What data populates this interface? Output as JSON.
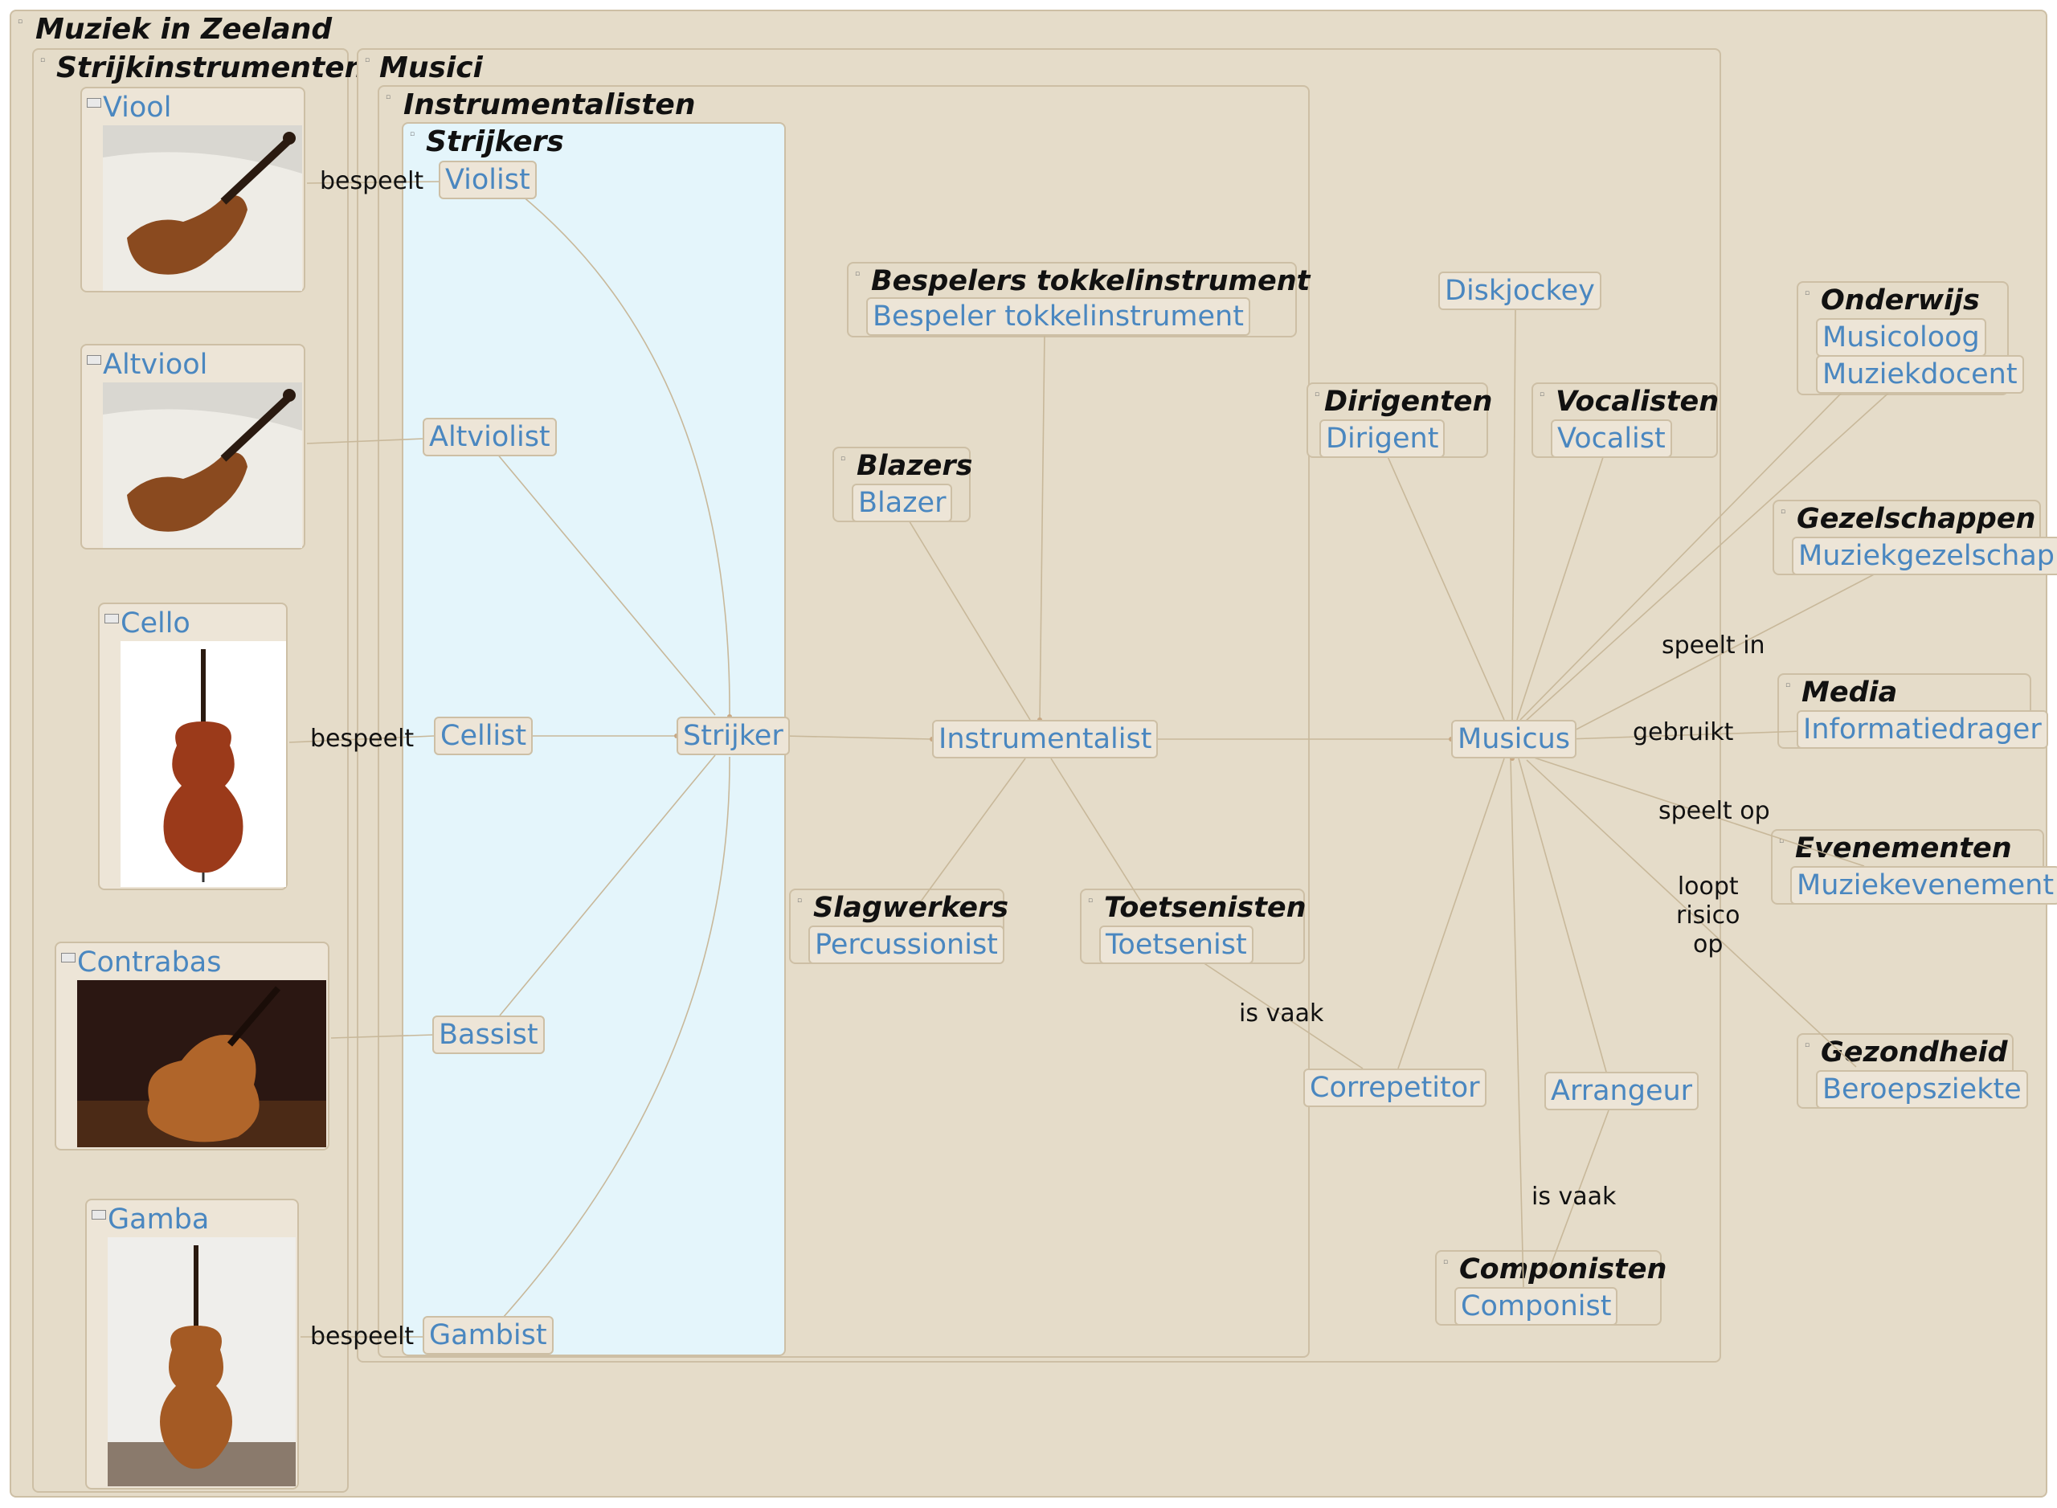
{
  "groups": {
    "root": "Muziek in Zeeland",
    "strijkinstrumenten": "Strijkinstrumenten",
    "musici": "Musici",
    "instrumentalisten": "Instrumentalisten",
    "strijkers": "Strijkers",
    "bespelers_tokkel": "Bespelers tokkelinstrument",
    "blazers": "Blazers",
    "slagwerkers": "Slagwerkers",
    "toetsenisten": "Toetsenisten",
    "dirigenten": "Dirigenten",
    "vocalisten": "Vocalisten",
    "componisten": "Componisten",
    "onderwijs": "Onderwijs",
    "gezelschappen": "Gezelschappen",
    "media": "Media",
    "evenementen": "Evenementen",
    "gezondheid": "Gezondheid"
  },
  "instruments": {
    "viool": "Viool",
    "altviool": "Altviool",
    "cello": "Cello",
    "contrabas": "Contrabas",
    "gamba": "Gamba"
  },
  "nodes": {
    "violist": "Violist",
    "altviolist": "Altviolist",
    "cellist": "Cellist",
    "bassist": "Bassist",
    "gambist": "Gambist",
    "strijker": "Strijker",
    "bespeler_tokkel": "Bespeler tokkelinstrument",
    "blazer": "Blazer",
    "instrumentalist": "Instrumentalist",
    "percussionist": "Percussionist",
    "toetsenist": "Toetsenist",
    "diskjockey": "Diskjockey",
    "dirigent": "Dirigent",
    "vocalist": "Vocalist",
    "musicus": "Musicus",
    "musicoloog": "Musicoloog",
    "muziekdocent": "Muziekdocent",
    "muziekgezelschap": "Muziekgezelschap",
    "informatiedrager": "Informatiedrager",
    "muziekevenement": "Muziekevenement",
    "beroepsziekte": "Beroepsziekte",
    "correpetitor": "Correpetitor",
    "arrangeur": "Arrangeur",
    "componist": "Componist"
  },
  "edge_labels": {
    "bespeelt_viool": "bespeelt",
    "bespeelt_cello": "bespeelt",
    "bespeelt_gamba": "bespeelt",
    "speelt_in": "speelt in",
    "gebruikt": "gebruikt",
    "speelt_op": "speelt op",
    "loopt_risico_op": "loopt\nrisico\nop",
    "is_vaak_toetsenist": "is vaak",
    "is_vaak_arrangeur": "is vaak"
  },
  "colors": {
    "background": "#e5dcc9",
    "group_border": "#cdbfa5",
    "strijkers_fill": "#e4f5fb",
    "node_text": "#4a87c0",
    "edge": "#c8b89a"
  }
}
